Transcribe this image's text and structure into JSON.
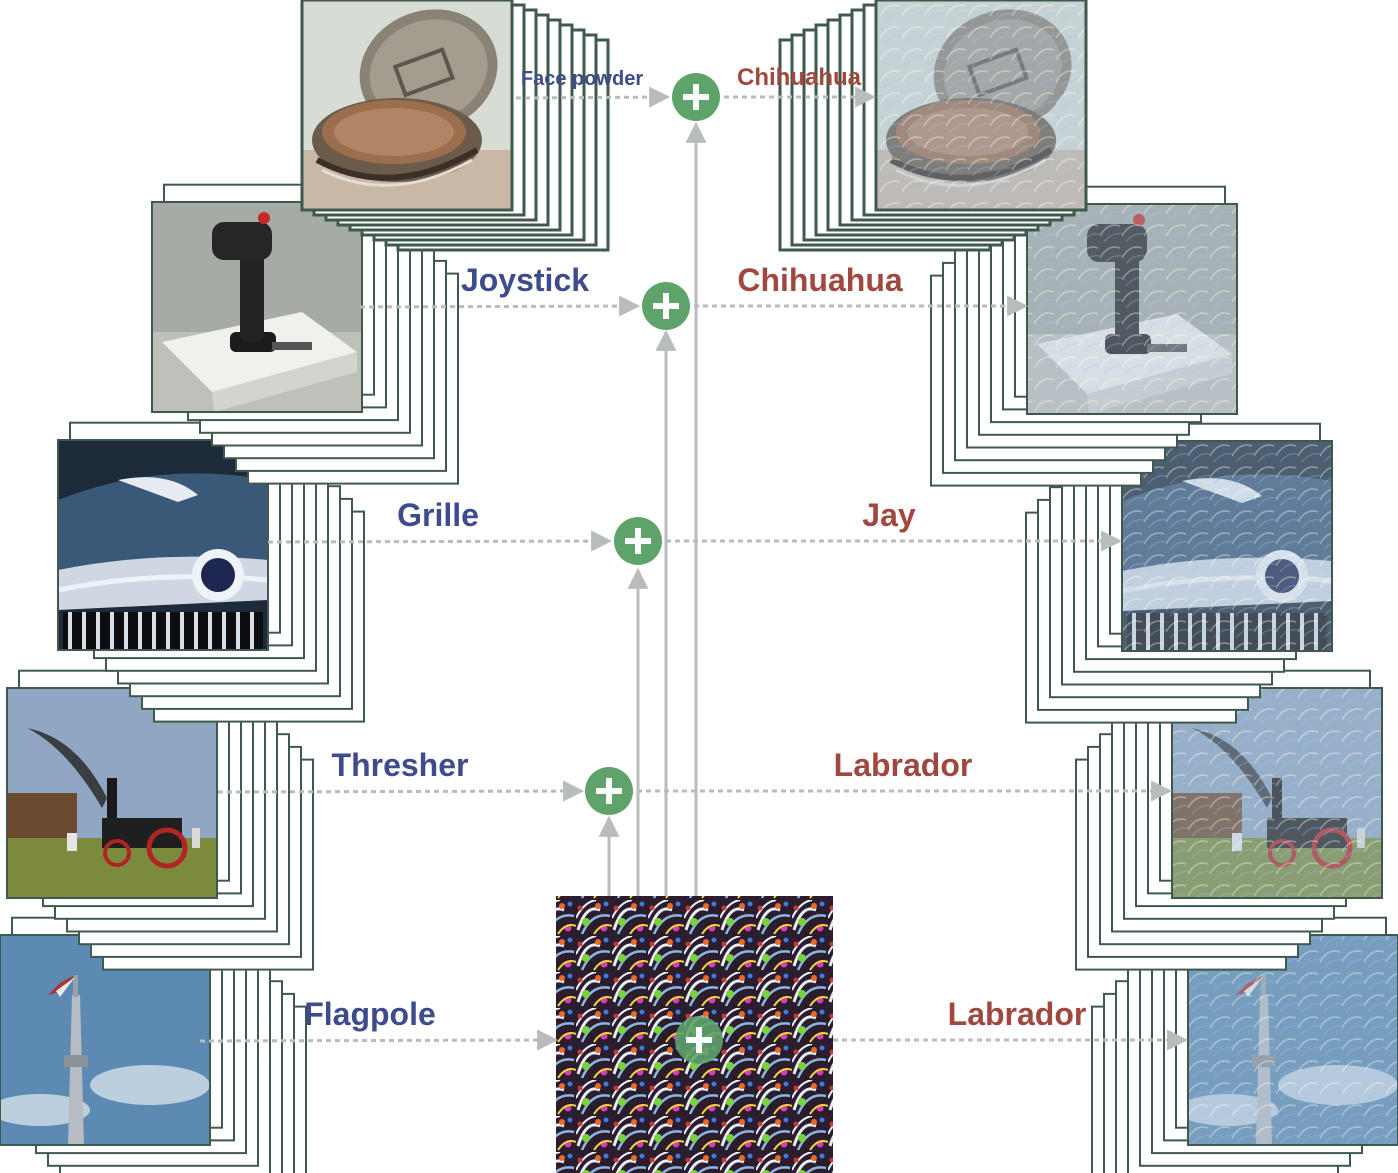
{
  "colors": {
    "frame_stroke": "#3f5a4c",
    "arrow_gray": "#b8bcbd",
    "plus_fill": "#5ea36a",
    "plus_sign": "#ffffff",
    "original_label": "#3e4b8c",
    "adversarial_label": "#a0483f",
    "perturbation_tint": "#a9c0d6"
  },
  "icons": {
    "add_node": "plus-circle-icon",
    "flow": "dashed-arrow-icon"
  },
  "rows": [
    {
      "original_label": "Face powder",
      "adversarial_label": "Chihuahua",
      "subject": "face-powder-compact"
    },
    {
      "original_label": "Joystick",
      "adversarial_label": "Chihuahua",
      "subject": "joystick"
    },
    {
      "original_label": "Grille",
      "adversarial_label": "Jay",
      "subject": "car-grille"
    },
    {
      "original_label": "Thresher",
      "adversarial_label": "Labrador",
      "subject": "steam-thresher"
    },
    {
      "original_label": "Flagpole",
      "adversarial_label": "Labrador",
      "subject": "flagpole"
    }
  ],
  "perturbation": {
    "name": "universal-perturbation-pattern"
  }
}
